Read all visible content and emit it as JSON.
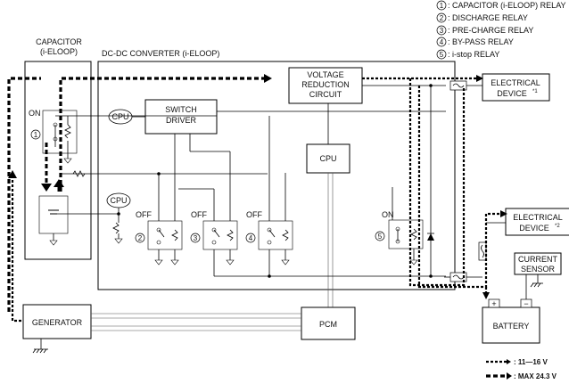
{
  "legend_items": [
    {
      "num": "1",
      "text": ": CAPACITOR (i-ELOOP) RELAY"
    },
    {
      "num": "2",
      "text": ": DISCHARGE RELAY"
    },
    {
      "num": "3",
      "text": ": PRE-CHARGE RELAY"
    },
    {
      "num": "4",
      "text": ": BY-PASS RELAY"
    },
    {
      "num": "5",
      "text": ": i-stop RELAY"
    }
  ],
  "capacitor": {
    "title_line1": "CAPACITOR",
    "title_line2": "(i-ELOOP)",
    "state": "ON",
    "relay_num": "1"
  },
  "converter_title": "DC-DC CONVERTER (i-ELOOP)",
  "vrc": {
    "line1": "VOLTAGE",
    "line2": "REDUCTION",
    "line3": "CIRCUIT"
  },
  "switch_driver": {
    "line1": "SWITCH",
    "line2": "DRIVER"
  },
  "cpu_label": "CPU",
  "relays": [
    {
      "num": "2",
      "state": "OFF"
    },
    {
      "num": "3",
      "state": "OFF"
    },
    {
      "num": "4",
      "state": "OFF"
    },
    {
      "num": "5",
      "state": "ON"
    }
  ],
  "electrical_device_1": {
    "line1": "ELECTRICAL",
    "line2": "DEVICE",
    "sup": "*1"
  },
  "electrical_device_2": {
    "line1": "ELECTRICAL",
    "line2": "DEVICE",
    "sup": "*2"
  },
  "current_sensor": {
    "line1": "CURRENT",
    "line2": "SENSOR"
  },
  "generator_label": "GENERATOR",
  "pcm_label": "PCM",
  "battery": {
    "label": "BATTERY",
    "plus": "+",
    "minus": "−"
  },
  "voltage_legend": [
    {
      "style": "thin-dash",
      "text": ": 11—16 V"
    },
    {
      "style": "thick-dash",
      "text": ": MAX 24.3 V"
    }
  ]
}
